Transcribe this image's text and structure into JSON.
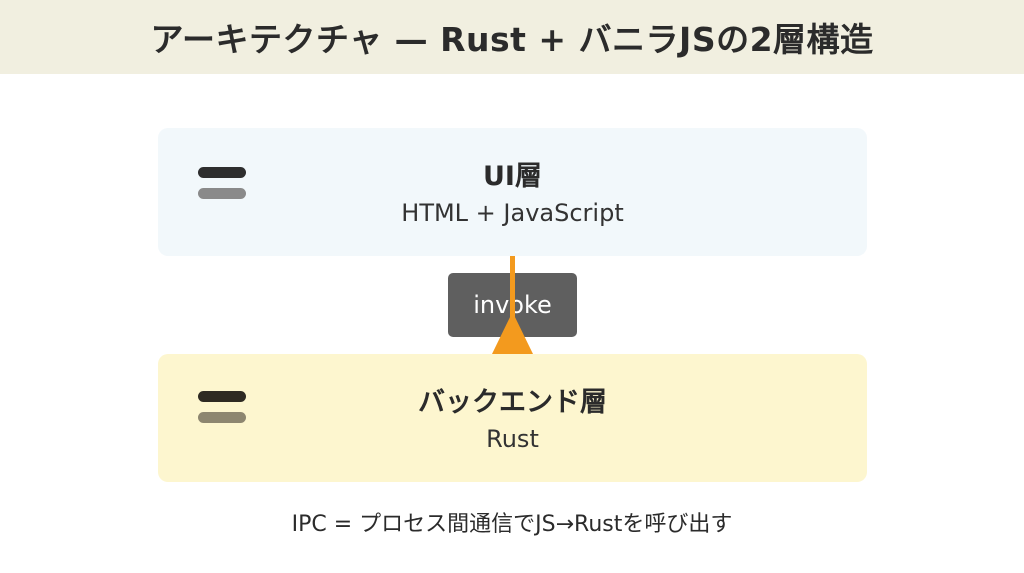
{
  "title": "アーキテクチャ — Rust + バニラJSの2層構造",
  "layers": [
    {
      "heading": "UI層",
      "sub": "HTML + JavaScript"
    },
    {
      "heading": "バックエンド層",
      "sub": "Rust"
    }
  ],
  "connector": {
    "label": "invoke",
    "color": "#f39a1e"
  },
  "caption": "IPC = プロセス間通信でJS→Rustを呼び出す",
  "colors": {
    "title_bar": "#f1efe0",
    "ui_layer": "#f2f8fb",
    "backend_layer": "#fdf6cf",
    "label_bg": "#5f5f5f"
  }
}
